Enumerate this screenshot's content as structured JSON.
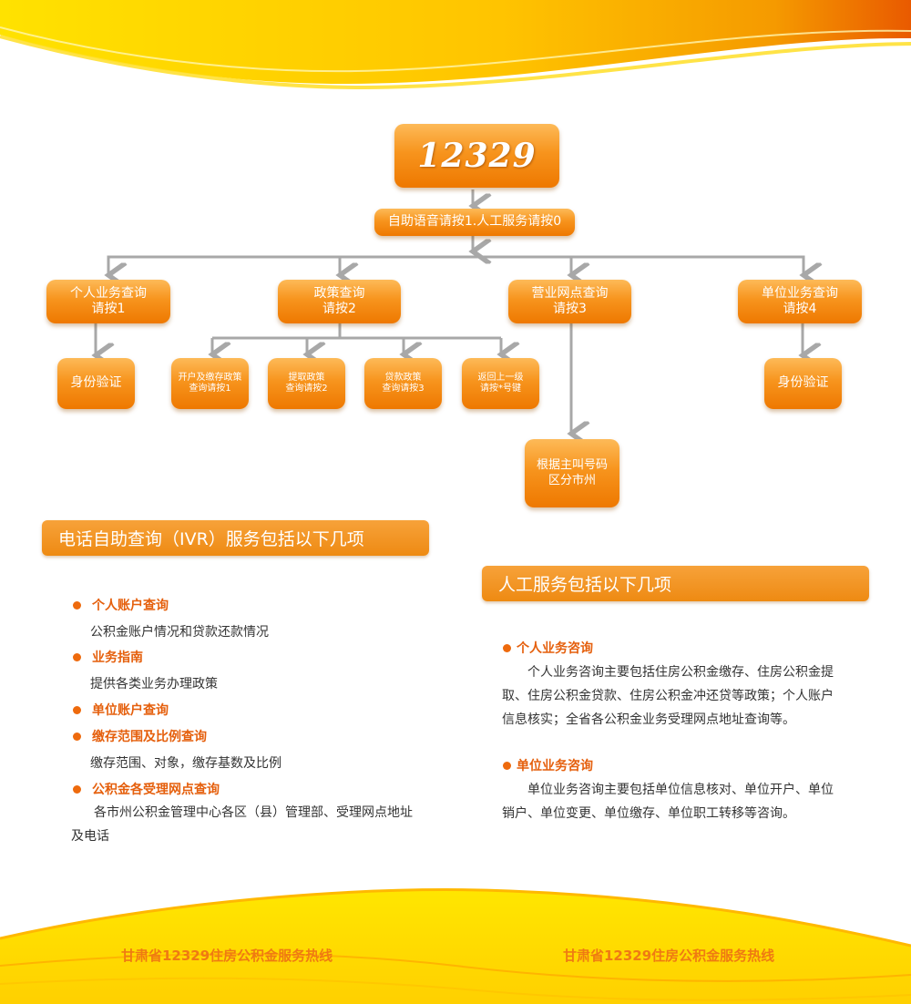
{
  "colors": {
    "orange": "#f7941d",
    "dark_orange": "#ee7800",
    "yellow": "#ffd400",
    "bullet": "#ee6a0d",
    "connector": "#a8a8a8"
  },
  "flowchart": {
    "root": "12329",
    "menu": "自助语音请按1.人工服务请按0",
    "level1": [
      {
        "lines": [
          "个人业务查询",
          "请按1"
        ]
      },
      {
        "lines": [
          "政策查询",
          "请按2"
        ]
      },
      {
        "lines": [
          "营业网点查询",
          "请按3"
        ]
      },
      {
        "lines": [
          "单位业务查询",
          "请按4"
        ]
      }
    ],
    "personal_child": "身份验证",
    "policy_children": [
      {
        "lines": [
          "开户及缴存政策",
          "查询请按1"
        ]
      },
      {
        "lines": [
          "提取政策",
          "查询请按2"
        ]
      },
      {
        "lines": [
          "贷款政策",
          "查询请按3"
        ]
      },
      {
        "lines": [
          "返回上一级",
          "请按*号键"
        ]
      }
    ],
    "branch_child": [
      "根据主叫号码",
      "区分市州"
    ],
    "unit_child": "身份验证"
  },
  "ivr": {
    "title": "电话自助查询（IVR）服务包括以下几项",
    "items": [
      {
        "title": "个人账户查询",
        "desc": "公积金账户情况和贷款还款情况"
      },
      {
        "title": "业务指南",
        "desc": "提供各类业务办理政策"
      },
      {
        "title": "单位账户查询"
      },
      {
        "title": "缴存范围及比例查询",
        "desc": "缴存范围、对象，缴存基数及比例"
      },
      {
        "title": "公积金各受理网点查询",
        "desc_lines": [
          "各市州公积金管理中心各区（县）管理部、受理网点地址",
          "及电话"
        ]
      }
    ]
  },
  "manual": {
    "title": "人工服务包括以下几项",
    "items": [
      {
        "title": "个人业务咨询",
        "lines": [
          "个人业务咨询主要包括住房公积金缴存、住房公积金提",
          "取、住房公积金贷款、住房公积金冲还贷等政策；个人账户",
          "信息核实；全省各公积金业务受理网点地址查询等。"
        ]
      },
      {
        "title": "单位业务咨询",
        "lines": [
          "单位业务咨询主要包括单位信息核对、单位开户、单位",
          "销户、单位变更、单位缴存、单位职工转移等咨询。"
        ]
      }
    ]
  },
  "footer": {
    "left": "甘肃省12329住房公积金服务热线",
    "right": "甘肃省12329住房公积金服务热线"
  }
}
